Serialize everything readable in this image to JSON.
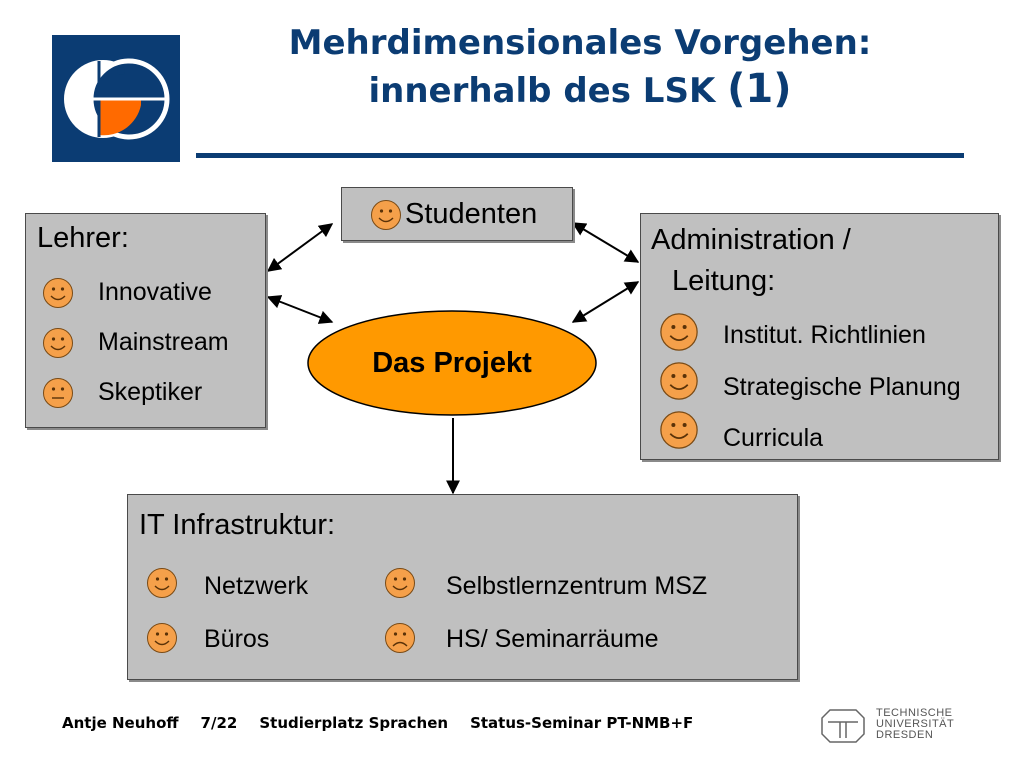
{
  "slide": {
    "title_line1": "Mehrdimensionales Vorgehen:",
    "title_line2": "innerhalb des LSK",
    "title_number": "(1)"
  },
  "studenten": {
    "label": "Studenten"
  },
  "lehrer": {
    "heading": "Lehrer:",
    "items": [
      "Innovative",
      "Mainstream",
      "Skeptiker"
    ]
  },
  "admin": {
    "heading_line1": "Administration /",
    "heading_line2": "Leitung:",
    "items": [
      "Institut. Richtlinien",
      "Strategische Planung",
      "Curricula"
    ]
  },
  "project": {
    "label": "Das Projekt"
  },
  "it": {
    "heading": "IT Infrastruktur:",
    "items": [
      "Netzwerk",
      "Büros",
      "Selbstlernzentrum MSZ",
      "HS/ Seminarräume"
    ]
  },
  "footer": {
    "author": "Antje Neuhoff",
    "page": "7/22",
    "project": "Studierplatz Sprachen",
    "event": "Status-Seminar PT-NMB+F"
  },
  "tud_logo": {
    "line1": "TECHNISCHE",
    "line2": "UNIVERSITÄT",
    "line3": "DRESDEN"
  },
  "colors": {
    "brand_blue": "#0b3c73",
    "box_gray": "#c0c0c0",
    "project_orange": "#ff9900",
    "smiley_orange": "#f5a04a"
  },
  "icons": {
    "smiley": "smiley-face-icon",
    "neutral": "neutral-face-icon",
    "sad": "sad-face-icon"
  }
}
